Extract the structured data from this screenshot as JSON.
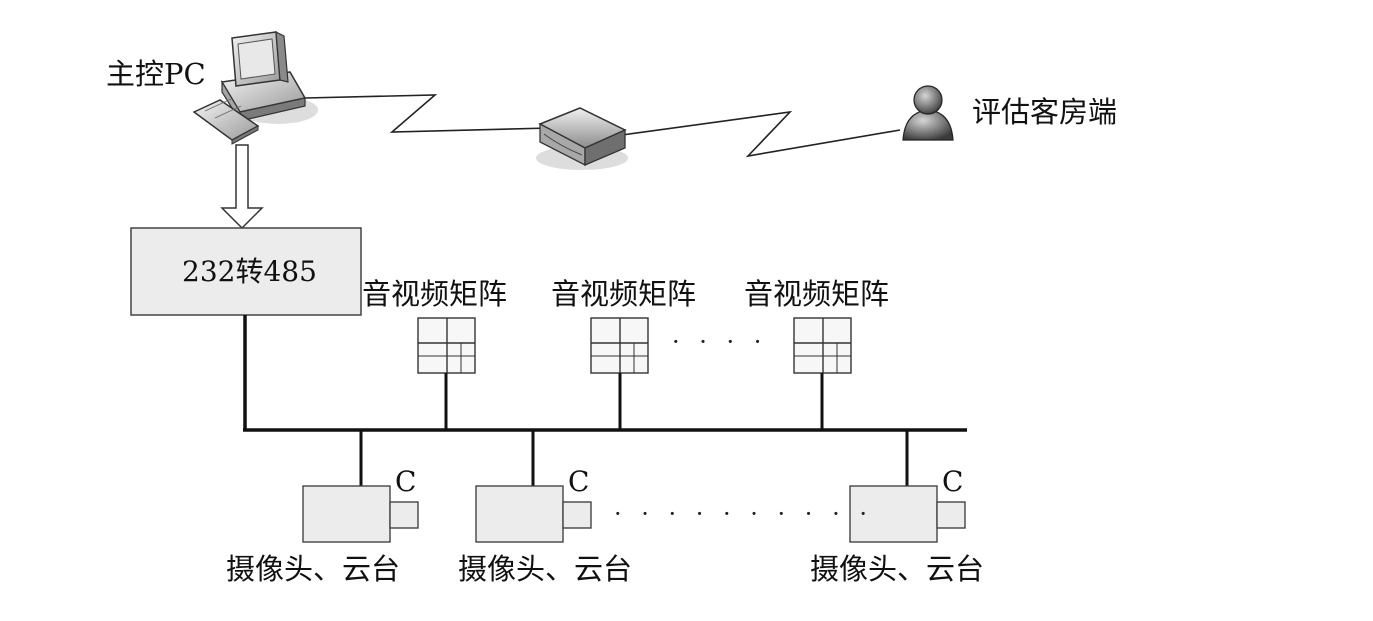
{
  "pc": {
    "label": "主控PC"
  },
  "client": {
    "label": "评估客房端"
  },
  "converter": {
    "label": "232转485"
  },
  "matrices": [
    {
      "label": "音视频矩阵"
    },
    {
      "label": "音视频矩阵"
    },
    {
      "label": "音视频矩阵"
    }
  ],
  "matrix_ellipsis": "· · · ·",
  "cameras": [
    {
      "label": "摄像头、云台",
      "tag": "C"
    },
    {
      "label": "摄像头、云台",
      "tag": "C"
    },
    {
      "label": "摄像头、云台",
      "tag": "C"
    }
  ],
  "camera_ellipsis": "· · · · · · · · · ·",
  "colors": {
    "box_fill": "#ececec",
    "stroke": "#1a1a1a"
  }
}
